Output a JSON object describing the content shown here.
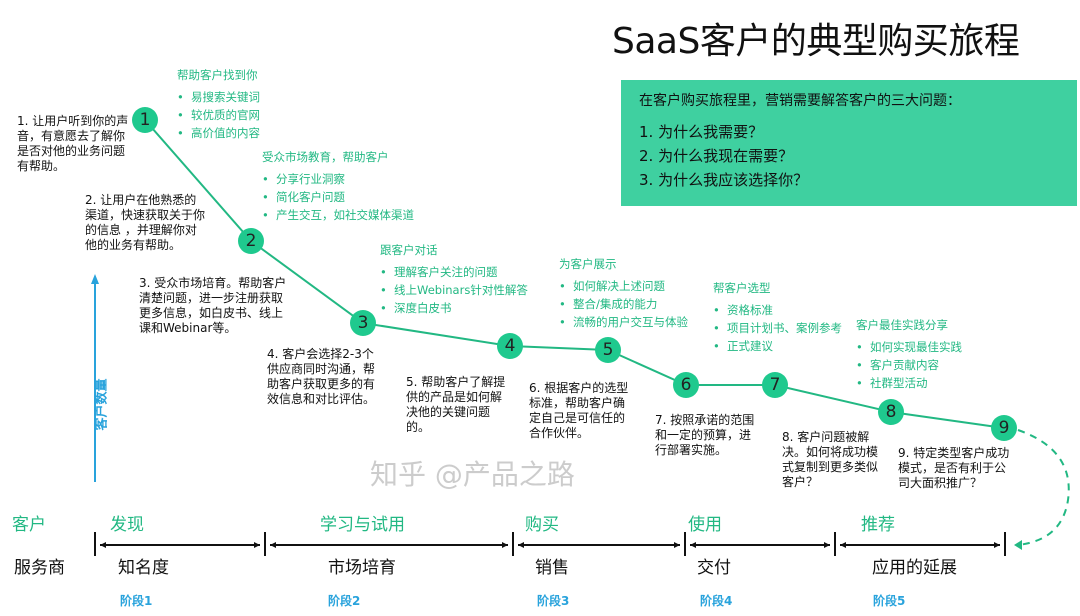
{
  "title": "SaaS客户的典型购买旅程",
  "question_box": {
    "heading": "在客户购买旅程里，营销需要解答客户的三大问题：",
    "questions": [
      "1.  为什么我需要？",
      "2.  为什么我现在需要？",
      "3.  为什么我应该选择你？"
    ],
    "bg_color": "#3fd0a0"
  },
  "nodes": [
    "1",
    "2",
    "3",
    "4",
    "5",
    "6",
    "7",
    "8",
    "9"
  ],
  "marketing_actions": [
    {
      "title": "帮助客户找到你",
      "items": [
        "易搜索关键词",
        "较优质的官网",
        "高价值的内容"
      ]
    },
    {
      "title": "受众市场教育，帮助客户",
      "items": [
        "分享行业洞察",
        "简化客户问题",
        "产生交互，如社交媒体渠道"
      ]
    },
    {
      "title": "跟客户对话",
      "items": [
        "理解客户关注的问题",
        "线上Webinars针对性解答",
        "深度白皮书"
      ]
    },
    {
      "title": "为客户展示",
      "items": [
        "如何解决上述问题",
        "整合/集成的能力",
        "流畅的用户交互与体验"
      ]
    },
    {
      "title": "帮客户选型",
      "items": [
        "资格标准",
        "项目计划书、案例参考",
        "正式建议"
      ]
    },
    {
      "title": "客户最佳实践分享",
      "items": [
        "如何实现最佳实践",
        "客户贡献内容",
        "社群型活动"
      ]
    }
  ],
  "step_notes": [
    "1. 让用户听到你的声音，有意愿去了解你是否对他的业务问题有帮助。",
    "2. 让用户在他熟悉的渠道，快速获取关于你的信息 ，并理解你对他的业务有帮助。",
    "3. 受众市场培育。帮助客户清楚问题，进一步注册获取更多信息，如白皮书、线上课和Webinar等。",
    "4. 客户会选择2-3个供应商同时沟通，帮助客户获取更多的有效信息和对比评估。",
    "5. 帮助客户了解提供的产品是如何解决他的关键问题的。",
    "6. 根据客户的选型标准，帮助客户确定自己是可信任的合作伙伴。",
    "7. 按照承诺的范围和一定的预算，进行部署实施。",
    "8. 客户问题被解决。如何将成功模式复制到更多类似客户？",
    "9. 特定类型客户成功模式，是否有利于公司大面积推广？"
  ],
  "y_axis_label": "客户数量",
  "timeline": {
    "customer_label": "客户",
    "provider_label": "服务商",
    "customer_stages": [
      "发现",
      "学习与试用",
      "购买",
      "使用",
      "推荐"
    ],
    "provider_stages": [
      "知名度",
      "市场培育",
      "销售",
      "交付",
      "应用的延展"
    ],
    "phases": [
      "阶段1",
      "阶段2",
      "阶段3",
      "阶段4",
      "阶段5"
    ]
  },
  "watermark": "知乎 @产品之路",
  "colors": {
    "accent_green": "#22b883",
    "node_green": "#1fc98e",
    "axis_blue": "#29a3dc"
  }
}
